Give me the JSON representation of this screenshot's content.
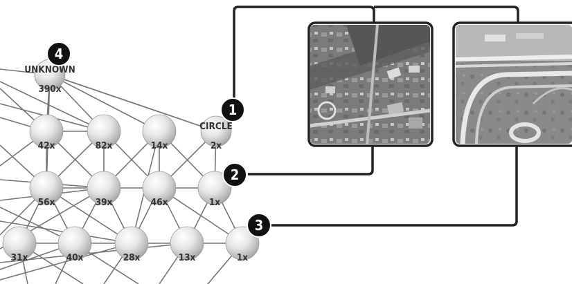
{
  "nodes": [
    {
      "id": "unknown",
      "label": "UNKNOWN",
      "count": "390x"
    },
    {
      "id": "r1c1",
      "count": "42x"
    },
    {
      "id": "r1c2",
      "count": "82x"
    },
    {
      "id": "r1c3",
      "count": "14x"
    },
    {
      "id": "circle",
      "label": "CIRCLE",
      "count": "2x"
    },
    {
      "id": "r2c1",
      "count": "56x"
    },
    {
      "id": "r2c2",
      "count": "39x"
    },
    {
      "id": "r2c3",
      "count": "46x"
    },
    {
      "id": "r2c4",
      "count": "1x"
    },
    {
      "id": "r3c0",
      "count": "31x"
    },
    {
      "id": "r3c1",
      "count": "40x"
    },
    {
      "id": "r3c2",
      "count": "28x"
    },
    {
      "id": "r3c3",
      "count": "13x"
    },
    {
      "id": "r3c4",
      "count": "1x"
    }
  ],
  "markers": [
    {
      "id": "m1",
      "text": "1"
    },
    {
      "id": "m2",
      "text": "2"
    },
    {
      "id": "m3",
      "text": "3"
    },
    {
      "id": "m4",
      "text": "4"
    }
  ],
  "images": [
    {
      "id": "aerial-1",
      "description": "grayscale aerial photo of buildings and fields"
    },
    {
      "id": "aerial-2",
      "description": "grayscale aerial photo of a stadium track and roundabout"
    }
  ],
  "colors": {
    "background": "#ffffff",
    "line": "#222222",
    "edge": "#777777",
    "marker": "#111111",
    "node_text": "#333333"
  }
}
